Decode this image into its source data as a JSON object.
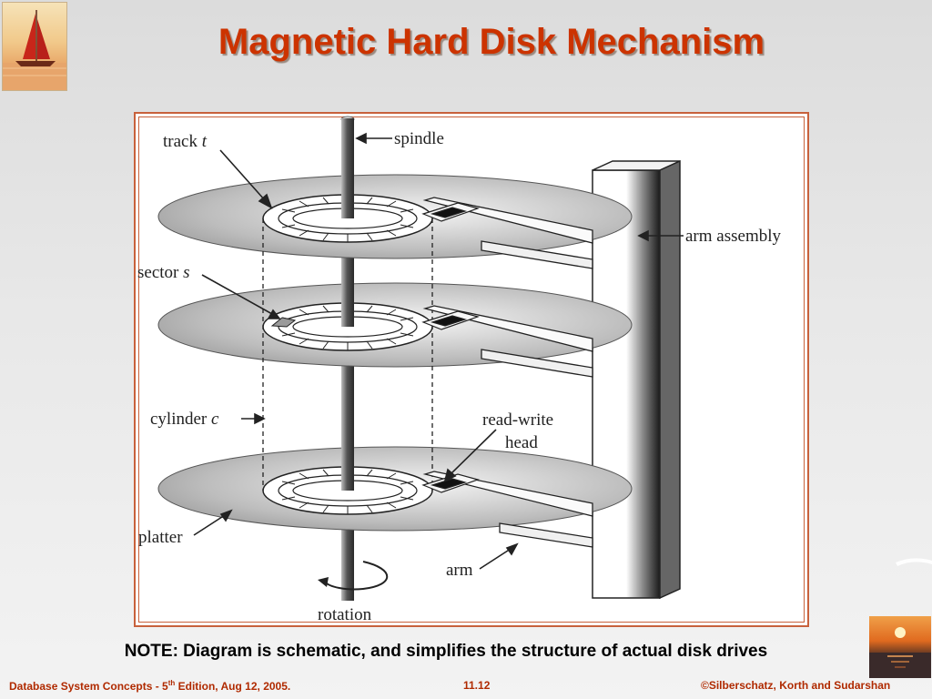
{
  "slide": {
    "title": "Magnetic Hard Disk Mechanism",
    "note": "NOTE: Diagram is schematic, and simplifies the structure of actual disk drives"
  },
  "diagram": {
    "labels": {
      "track": "track ",
      "track_var": "t",
      "spindle": "spindle",
      "arm_assembly": "arm assembly",
      "sector": "sector ",
      "sector_var": "s",
      "cylinder": "cylinder ",
      "cylinder_var": "c",
      "read_write_1": "read-write",
      "read_write_2": "head",
      "platter": "platter",
      "arm": "arm",
      "rotation": "rotation"
    }
  },
  "footer": {
    "left_prefix": "Database System Concepts - 5",
    "left_sup": "th",
    "left_suffix": " Edition, Aug 12,  2005.",
    "center": "11.12",
    "right": "©Silberschatz, Korth and Sudarshan"
  },
  "colors": {
    "title": "#cc3300",
    "frame": "#c8613c",
    "footer": "#b02a00"
  }
}
